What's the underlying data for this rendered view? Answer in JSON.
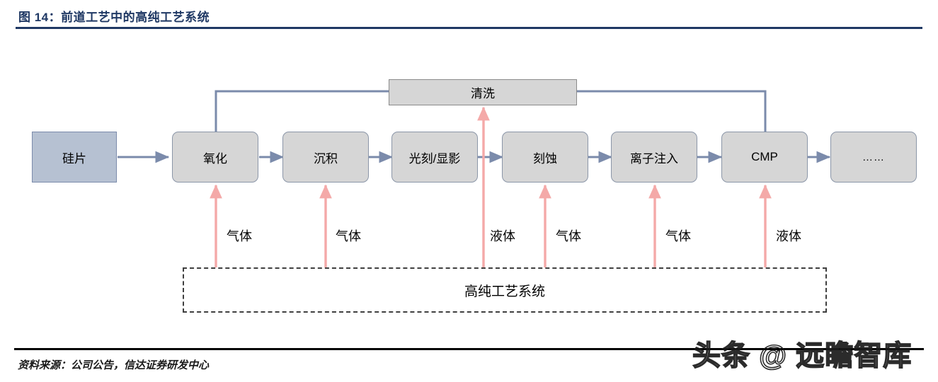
{
  "figure": {
    "title": "图 14：前道工艺中的高纯工艺系统",
    "source": "资料来源：公司公告，信达证券研发中心",
    "watermark": "头条 @ 远瞻智库",
    "accent_color": "#1f3864",
    "connector_color": "#7b8bab",
    "supply_color": "#f4a9a8",
    "node_fill": "#d6d6d6",
    "wafer_fill": "#b6c1d2"
  },
  "diagram": {
    "clean_node": {
      "label": "清洗"
    },
    "wafer_node": {
      "label": "硅片"
    },
    "process_nodes": [
      {
        "label": "氧化"
      },
      {
        "label": "沉积"
      },
      {
        "label": "光刻/显影"
      },
      {
        "label": "刻蚀"
      },
      {
        "label": "离子注入"
      },
      {
        "label": "CMP"
      },
      {
        "label": "……"
      }
    ],
    "supply_labels": [
      {
        "label": "气体"
      },
      {
        "label": "气体"
      },
      {
        "label": "液体"
      },
      {
        "label": "气体"
      },
      {
        "label": "气体"
      },
      {
        "label": "液体"
      }
    ],
    "system_box": {
      "label": "高纯工艺系统"
    }
  }
}
